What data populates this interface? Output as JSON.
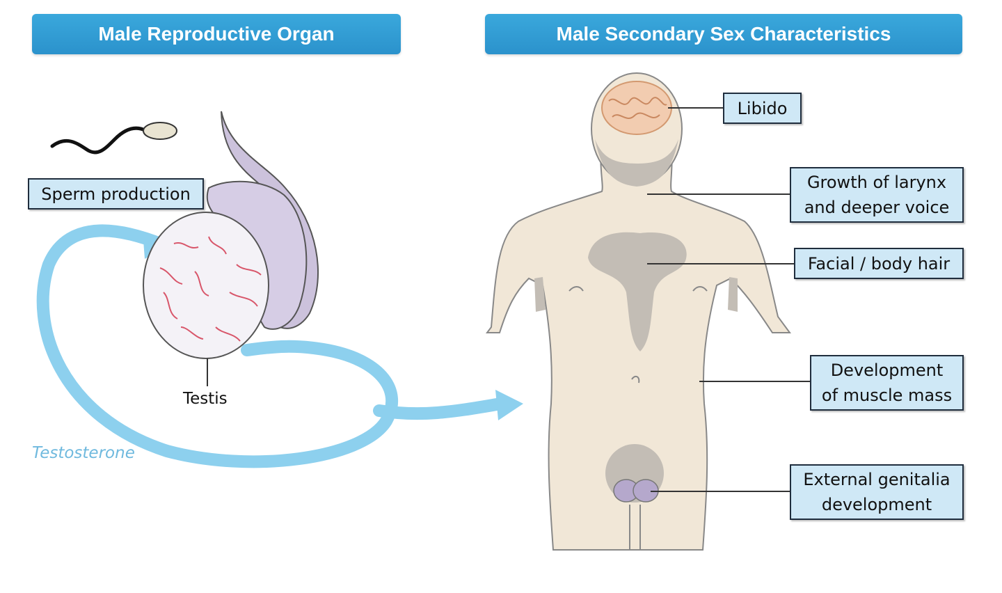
{
  "headers": {
    "left": "Male Reproductive Organ",
    "right": "Male Secondary Sex Characteristics"
  },
  "left_labels": {
    "sperm": "Sperm production",
    "testis": "Testis",
    "hormone": "Testosterone"
  },
  "right_labels": {
    "libido": "Libido",
    "larynx_line1": "Growth of larynx",
    "larynx_line2": "and deeper voice",
    "hair": "Facial / body hair",
    "muscle_line1": "Development",
    "muscle_line2": "of muscle mass",
    "genitalia_line1": "External genitalia",
    "genitalia_line2": "development"
  },
  "colors": {
    "header_bg": "#2b92cc",
    "label_bg": "#cfe8f6",
    "arrow": "#8dd0ee",
    "body_skin": "#f1e7d7",
    "hair_gray": "#c3bdb5",
    "epididymis": "#ccc2dc",
    "vessels": "#d8566a"
  }
}
